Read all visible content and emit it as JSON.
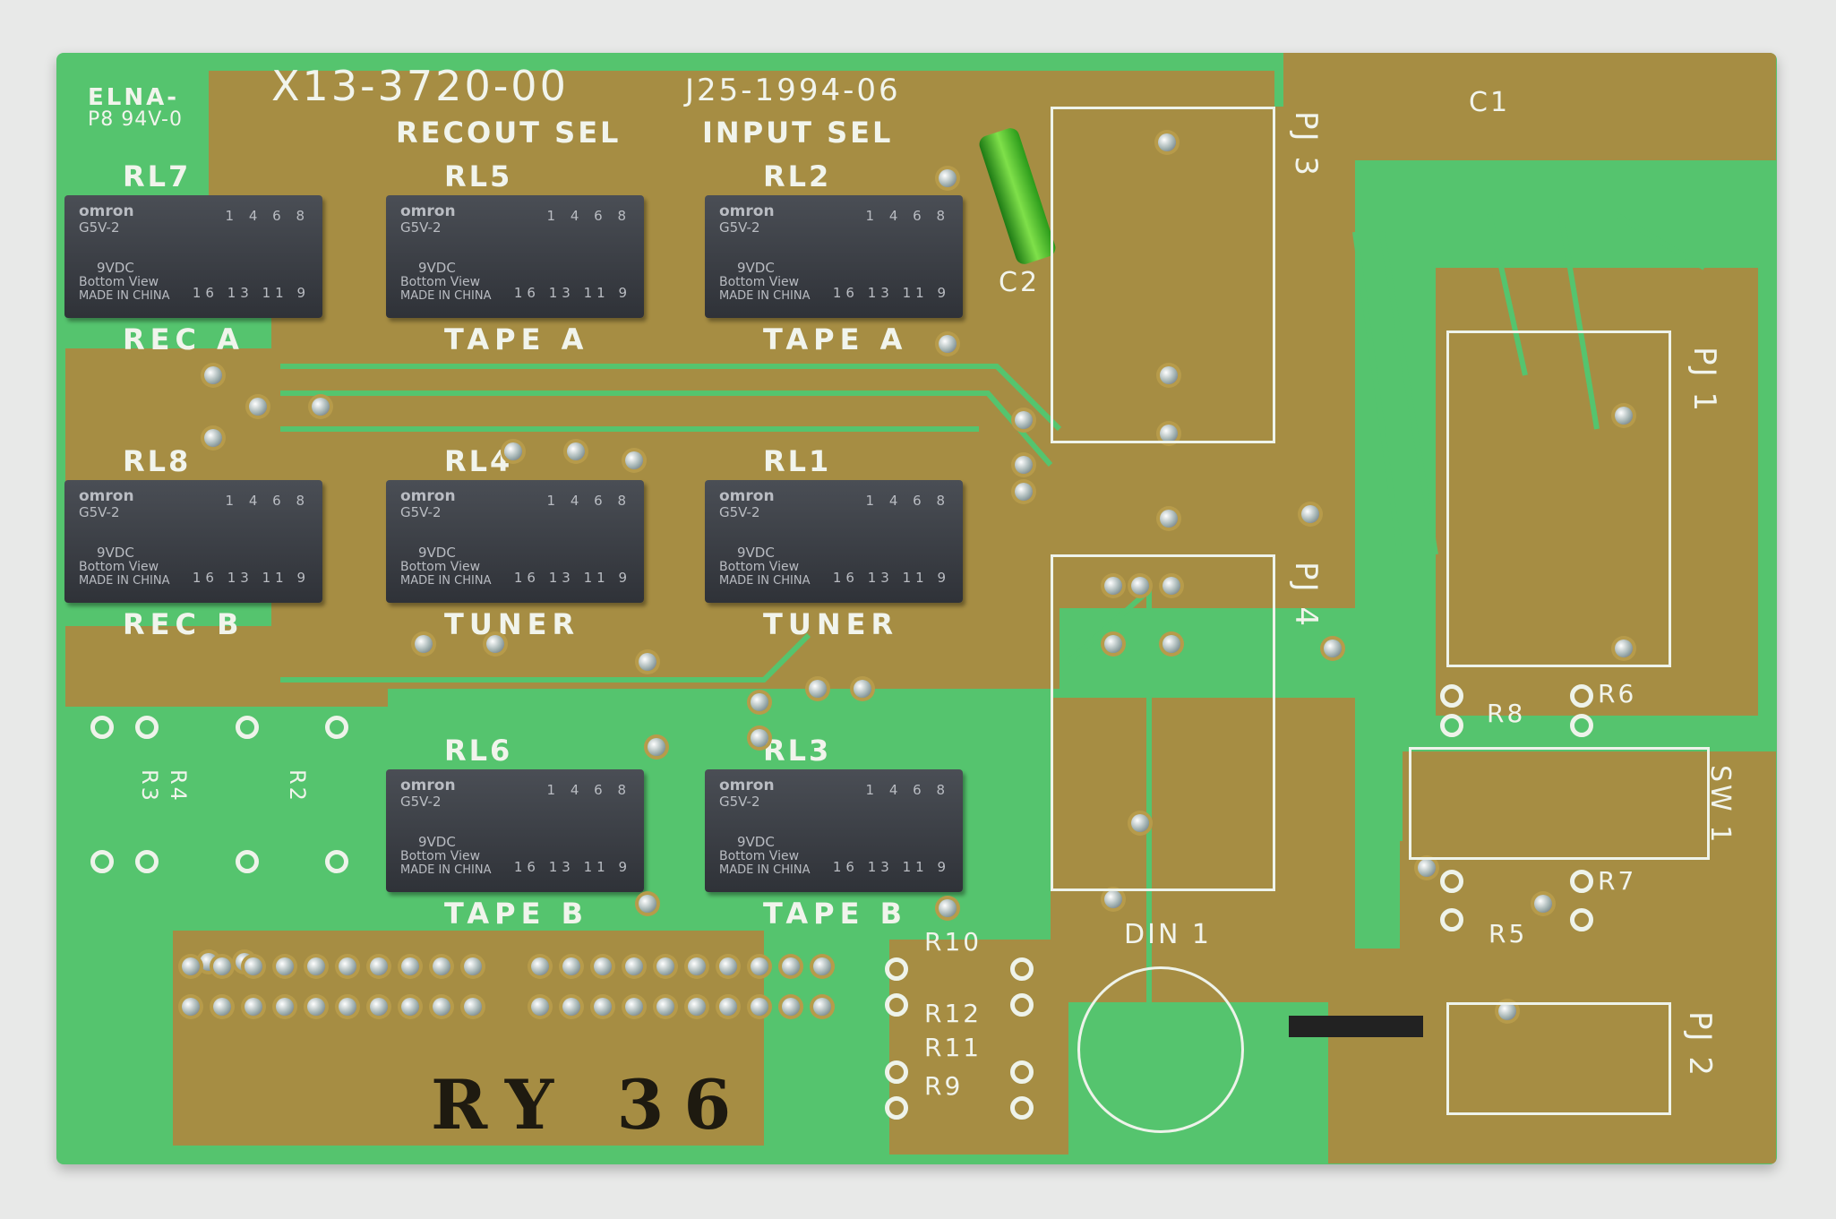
{
  "board": {
    "maker": "ELNA-",
    "rating": "P8 94V-0",
    "part_number": "X13-3720-00",
    "code": "J25-1994-06",
    "stamp": "RY 36",
    "sections": {
      "recout": "RECOUT SEL",
      "input": "INPUT SEL"
    }
  },
  "relays": [
    {
      "ref": "RL7",
      "func": "REC A"
    },
    {
      "ref": "RL5",
      "func": "TAPE A"
    },
    {
      "ref": "RL2",
      "func": "TAPE A"
    },
    {
      "ref": "RL8",
      "func": "REC B"
    },
    {
      "ref": "RL4",
      "func": "TUNER"
    },
    {
      "ref": "RL1",
      "func": "TUNER"
    },
    {
      "ref": "RL6",
      "func": "TAPE B"
    },
    {
      "ref": "RL3",
      "func": "TAPE B"
    }
  ],
  "relay_marking": {
    "brand": "omron",
    "model": "G5V-2",
    "voltage": "9VDC",
    "view": "Bottom View",
    "origin": "MADE IN CHINA",
    "pins_top": "1 4 6 8",
    "pins_bottom": "16 13 11 9"
  },
  "labels": {
    "pj3": "PJ 3",
    "pj1": "PJ 1",
    "pj4": "PJ 4",
    "pj2": "PJ 2",
    "sw1": "SW 1",
    "din1": "DIN 1",
    "c1": "C1",
    "c2": "C2",
    "r2": "R2",
    "r3": "R3",
    "r4": "R4",
    "r5": "R5",
    "r6": "R6",
    "r7": "R7",
    "r8": "R8",
    "r9": "R9",
    "r10": "R10",
    "r11": "R11",
    "r12": "R12"
  }
}
